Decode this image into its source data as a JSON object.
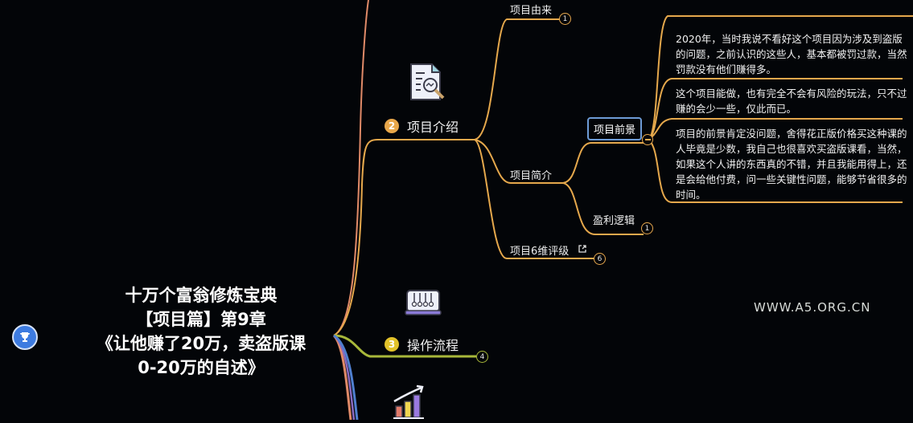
{
  "root": {
    "title_lines": [
      "十万个富翁修炼宝典",
      "【项目篇】第9章",
      "《让他赚了20万，卖盗版课",
      "0-20万的自述》"
    ],
    "icon": "trophy-icon"
  },
  "topics": [
    {
      "number": "2",
      "label": "项目介绍",
      "icon": "document-analysis-icon",
      "badge_color": "#e8a74a",
      "branch_color": "#e5a84c",
      "children": [
        {
          "label": "项目由来",
          "count": "1"
        },
        {
          "label": "项目简介",
          "children": [
            {
              "label": "项目前景",
              "selected": true,
              "collapse_icon": "collapse-minus-icon",
              "leaves": [
                "2020年，当时我说不看好这个项目因为涉及到盗版的问题，之前认识的这些人，基本都被罚过款，当然罚款没有他们赚得多。",
                "这个项目能做，也有完全不会有风险的玩法，只不过赚的会少一些，仅此而已。",
                "项目的前景肯定没问题，舍得花正版价格买这种课的人毕竟是少数，我自己也很喜欢买盗版课看，当然，如果这个人讲的东西真的不错，并且我能用得上，还是会给他付费，问一些关键性问题，能够节省很多的时间。"
              ]
            },
            {
              "label": "盈利逻辑",
              "count": "1"
            }
          ]
        },
        {
          "label": "项目6维评级",
          "count": "6",
          "link_icon": "external-link-icon"
        }
      ]
    },
    {
      "number": "3",
      "label": "操作流程",
      "icon": "newtons-cradle-icon",
      "badge_color": "#e2c22a",
      "branch_color": "#a8b83a",
      "count": "4"
    },
    {
      "icon": "growth-chart-icon"
    }
  ],
  "watermark": "WWW.A5.ORG.CN",
  "colors": {
    "background": "#030508",
    "branch_orange": "#e5a84c",
    "branch_salmon": "#e08a68",
    "branch_green": "#a8b83a",
    "branch_blue": "#4f7fcf",
    "branch_purple": "#8a6bc0",
    "selected_border": "#6d9bd6",
    "trophy_blue": "#3d7be0"
  }
}
